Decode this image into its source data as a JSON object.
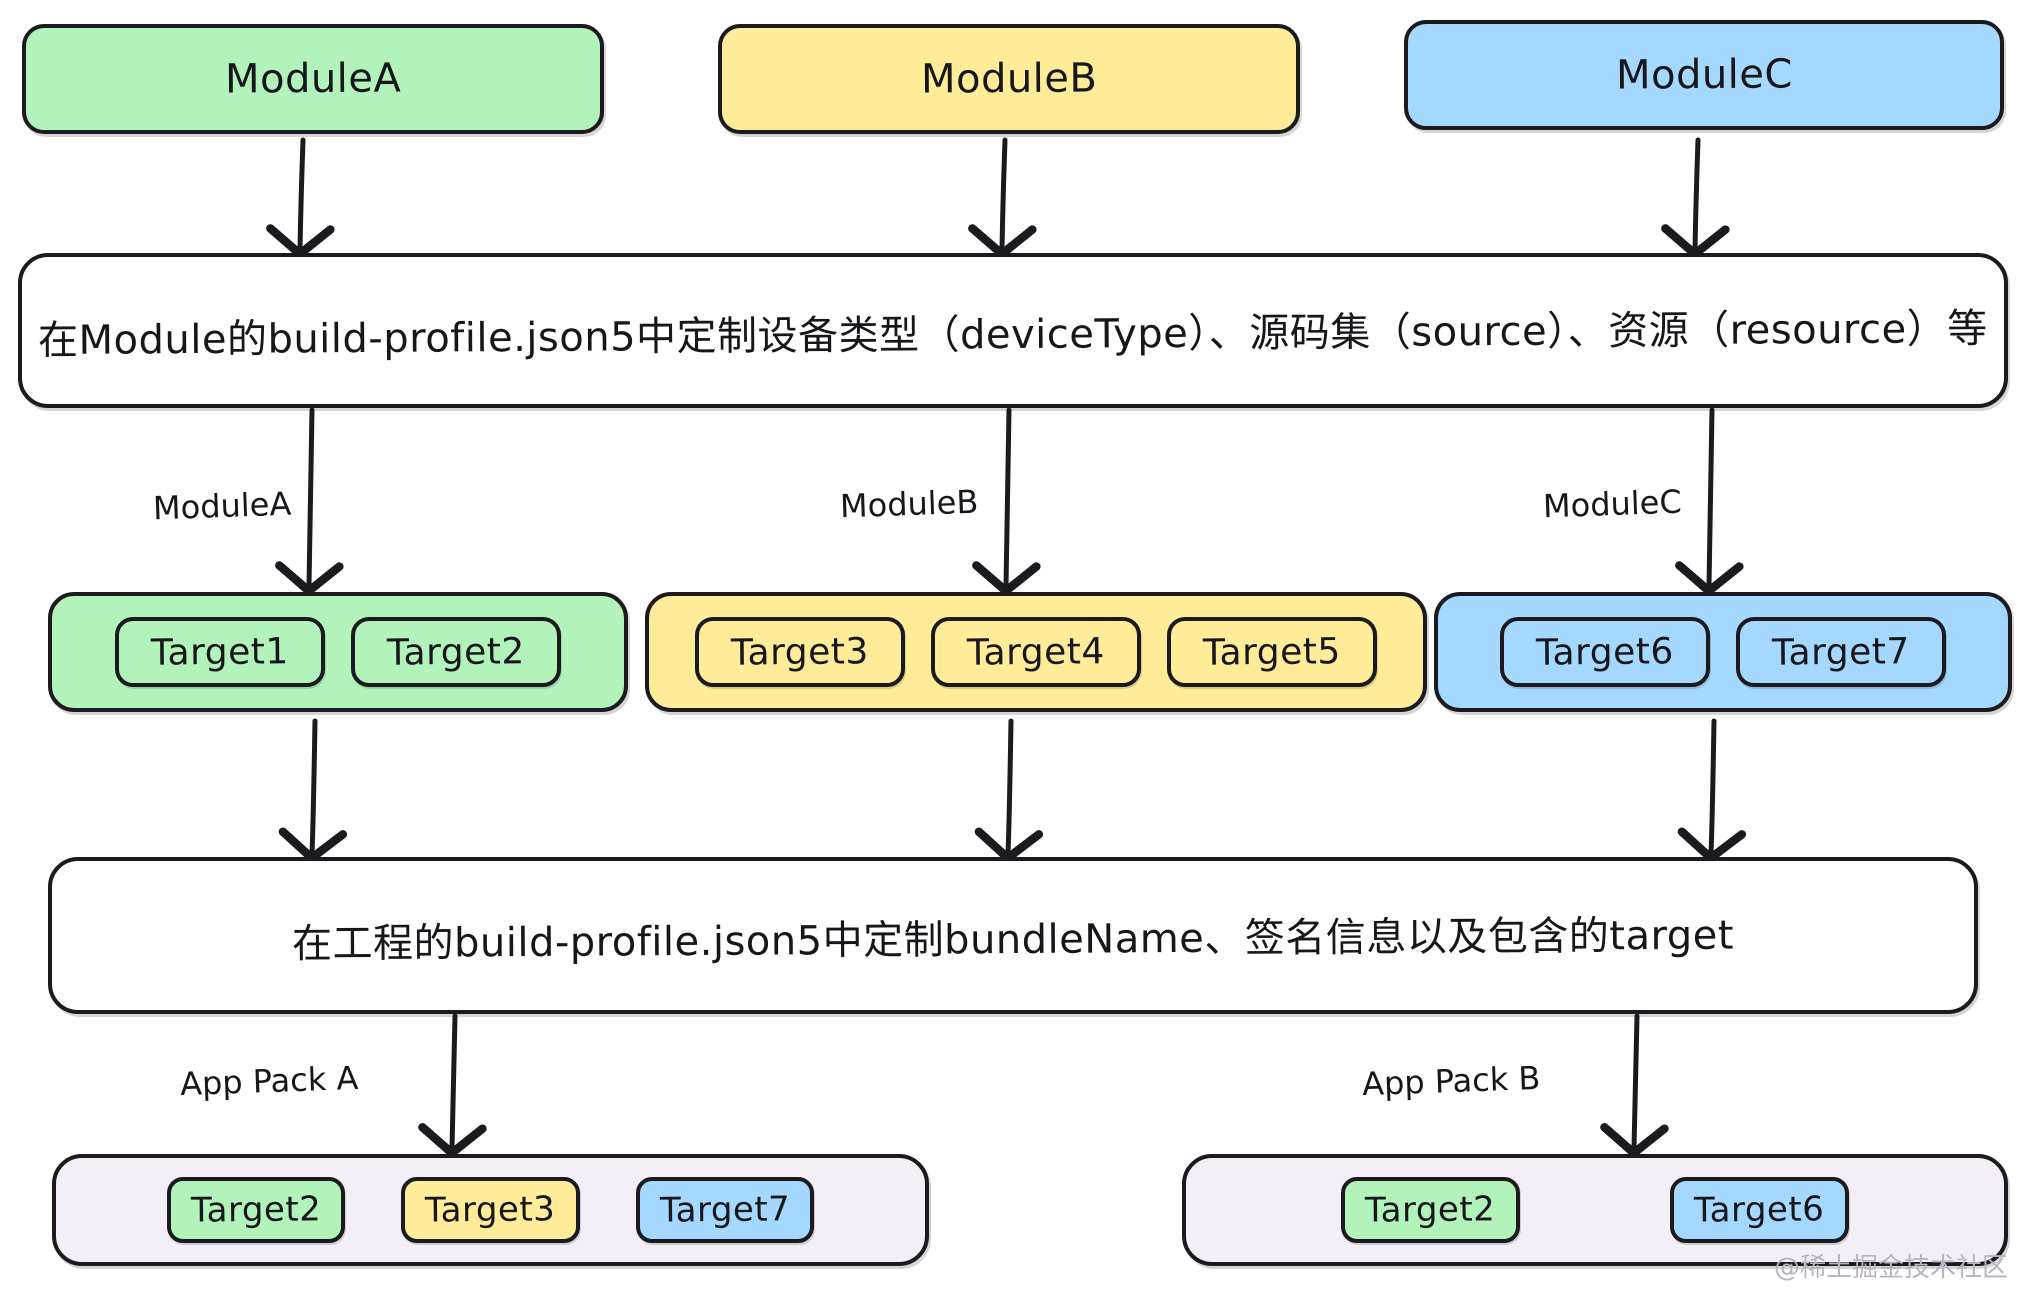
{
  "colors": {
    "green": "#b2f2bb",
    "yellow": "#ffec99",
    "blue": "#a5d8ff",
    "white": "#ffffff",
    "lavender": "#f4eef6",
    "stroke": "#1b1b1f",
    "text": "#17171b",
    "watermark_text": "#b9b3c0"
  },
  "modules": {
    "a": "ModuleA",
    "b": "ModuleB",
    "c": "ModuleC"
  },
  "module_profile_box": {
    "text": "在Module的build-profile.json5中定制设备类型（deviceType）、源码集（source）、资源（resource）等"
  },
  "project_profile_box": {
    "text": "在工程的build-profile.json5中定制bundleName、签名信息以及包含的target"
  },
  "edge_labels": {
    "module_a": "ModuleA",
    "module_b": "ModuleB",
    "module_c": "ModuleC",
    "app_pack_a": "App Pack A",
    "app_pack_b": "App Pack B"
  },
  "target_groups": [
    {
      "group": "a",
      "color": "green",
      "targets": [
        "Target1",
        "Target2"
      ]
    },
    {
      "group": "b",
      "color": "yellow",
      "targets": [
        "Target3",
        "Target4",
        "Target5"
      ]
    },
    {
      "group": "c",
      "color": "blue",
      "targets": [
        "Target6",
        "Target7"
      ]
    }
  ],
  "app_packs": [
    {
      "name": "App Pack A",
      "targets": [
        {
          "label": "Target2",
          "color": "green"
        },
        {
          "label": "Target3",
          "color": "yellow"
        },
        {
          "label": "Target7",
          "color": "blue"
        }
      ]
    },
    {
      "name": "App Pack B",
      "targets": [
        {
          "label": "Target2",
          "color": "green"
        },
        {
          "label": "Target6",
          "color": "blue"
        }
      ]
    }
  ],
  "watermark": "@稀土掘金技术社区"
}
